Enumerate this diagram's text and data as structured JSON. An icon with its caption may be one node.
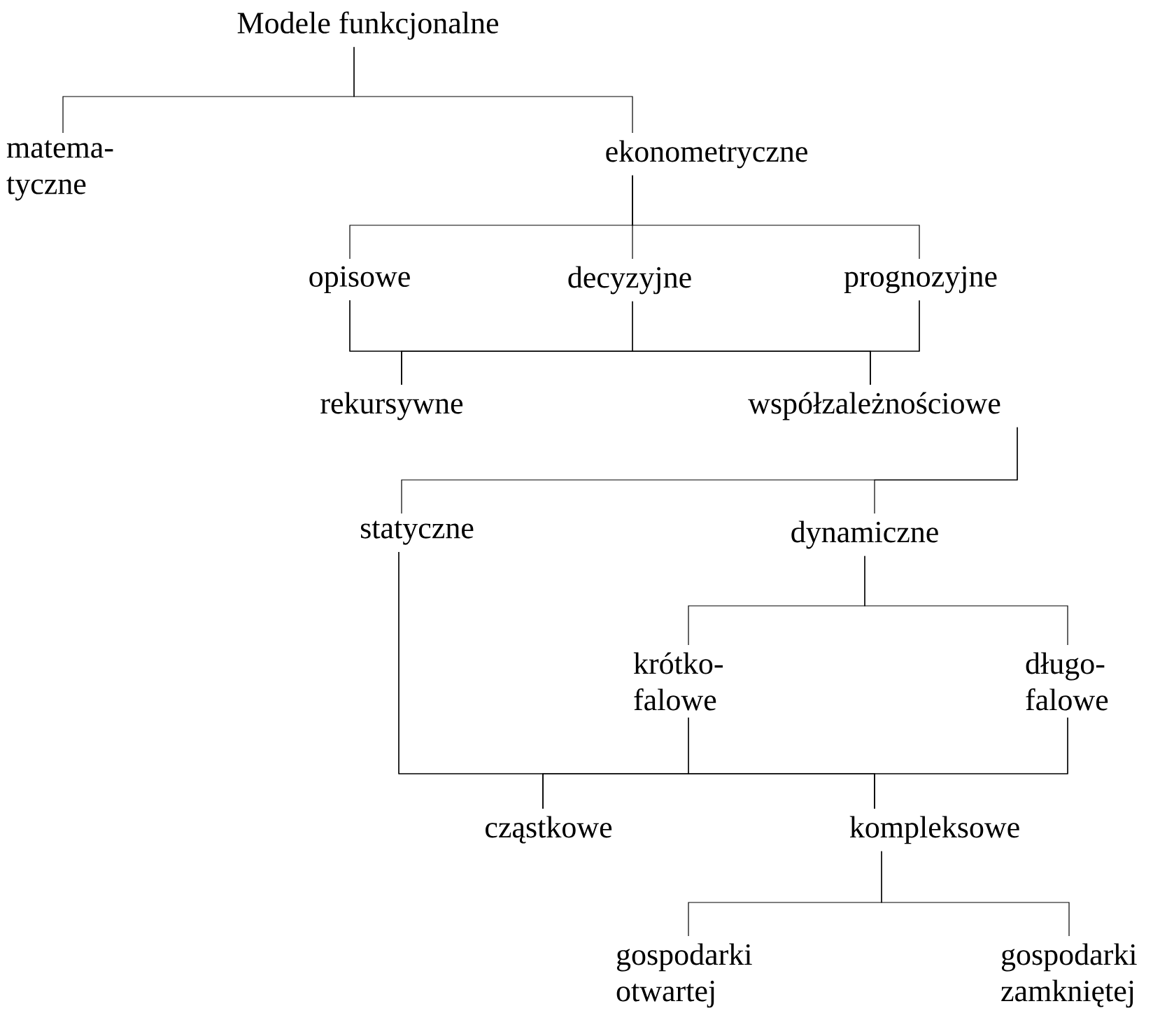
{
  "diagram": {
    "nodes": [
      {
        "text": [
          "Modele funkcjonalne"
        ]
      },
      {
        "text": [
          "matema- tyczne"
        ]
      },
      {
        "text": [
          "ekonometryczne"
        ]
      },
      {
        "text": [
          "opisowe"
        ]
      },
      {
        "text": [
          "decyzyjne"
        ]
      },
      {
        "text": [
          "prognozyjne"
        ]
      },
      {
        "text": [
          "rekursywne"
        ]
      },
      {
        "text": [
          "współzależnościowe"
        ]
      },
      {
        "text": [
          "statyczne"
        ]
      },
      {
        "text": [
          "dynamiczne"
        ]
      },
      {
        "text": [
          "krótko- falowe"
        ]
      },
      {
        "text": [
          "długo- falowe"
        ]
      },
      {
        "text": [
          "cząstkowe"
        ]
      },
      {
        "text": [
          "kompleksowe"
        ]
      },
      {
        "text": [
          "gospodarki otwartej"
        ]
      },
      {
        "text": [
          "gospodarki zamkniętej"
        ]
      }
    ],
    "edges": [
      {
        "from": 0,
        "to": 1,
        "arrow": "none"
      },
      {
        "from": 0,
        "to": 2,
        "arrow": "none"
      },
      {
        "from": 2,
        "to": 3,
        "arrow": "none"
      },
      {
        "from": 2,
        "to": 4,
        "arrow": "none"
      },
      {
        "from": 2,
        "to": 5,
        "arrow": "none"
      },
      {
        "from": 3,
        "to": 6,
        "arrow": "none"
      },
      {
        "from": 3,
        "to": 7,
        "arrow": "none"
      },
      {
        "from": 4,
        "to": 6,
        "arrow": "none"
      },
      {
        "from": 4,
        "to": 7,
        "arrow": "none"
      },
      {
        "from": 5,
        "to": 6,
        "arrow": "none"
      },
      {
        "from": 5,
        "to": 7,
        "arrow": "none"
      },
      {
        "from": 7,
        "to": 8,
        "arrow": "none"
      },
      {
        "from": 7,
        "to": 9,
        "arrow": "none"
      },
      {
        "from": 9,
        "to": 10,
        "arrow": "none"
      },
      {
        "from": 9,
        "to": 11,
        "arrow": "none"
      },
      {
        "from": 8,
        "to": 12,
        "arrow": "none"
      },
      {
        "from": 8,
        "to": 13,
        "arrow": "none"
      },
      {
        "from": 10,
        "to": 12,
        "arrow": "none"
      },
      {
        "from": 10,
        "to": 13,
        "arrow": "none"
      },
      {
        "from": 11,
        "to": 12,
        "arrow": "none"
      },
      {
        "from": 11,
        "to": 13,
        "arrow": "none"
      },
      {
        "from": 13,
        "to": 14,
        "arrow": "none"
      },
      {
        "from": 13,
        "to": 15,
        "arrow": "none"
      }
    ]
  }
}
